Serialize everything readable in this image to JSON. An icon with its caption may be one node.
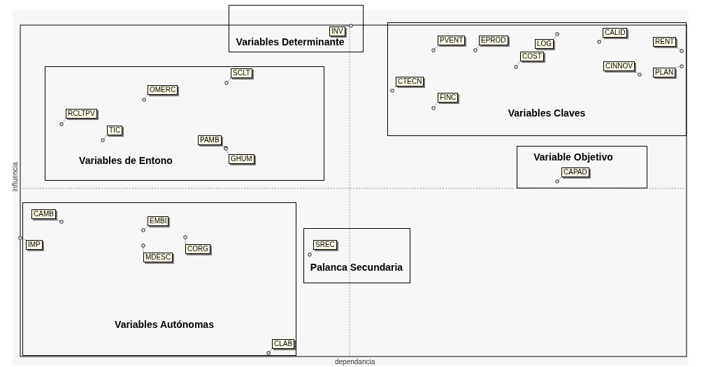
{
  "diagram": {
    "nodes": [
      {
        "text": [
          "Variables Determinante"
        ]
      },
      {
        "text": [
          "INV"
        ],
        "in": 0
      },
      {
        "text": [
          "Variables Claves"
        ]
      },
      {
        "text": [
          "PVENT"
        ],
        "in": 2
      },
      {
        "text": [
          "EPROD"
        ],
        "in": 2
      },
      {
        "text": [
          "LOG"
        ],
        "in": 2
      },
      {
        "text": [
          "COST"
        ],
        "in": 2
      },
      {
        "text": [
          "CALID"
        ],
        "in": 2
      },
      {
        "text": [
          "RENT"
        ],
        "in": 2
      },
      {
        "text": [
          "CINNOV"
        ],
        "in": 2
      },
      {
        "text": [
          "PLAN"
        ],
        "in": 2
      },
      {
        "text": [
          "CTECN"
        ],
        "in": 2
      },
      {
        "text": [
          "FINC"
        ],
        "in": 2
      },
      {
        "text": [
          "Variables de Entono"
        ]
      },
      {
        "text": [
          "SCLT"
        ],
        "in": 13
      },
      {
        "text": [
          "OMERC"
        ],
        "in": 13
      },
      {
        "text": [
          "RCLTPV"
        ],
        "in": 13
      },
      {
        "text": [
          "TIC"
        ],
        "in": 13
      },
      {
        "text": [
          "PAMB"
        ],
        "in": 13
      },
      {
        "text": [
          "GHUM"
        ],
        "in": 13
      },
      {
        "text": [
          "Variable Objetivo"
        ]
      },
      {
        "text": [
          "CAPAD"
        ],
        "in": 20
      },
      {
        "text": [
          "Variables Autónomas"
        ]
      },
      {
        "text": [
          "CAMB"
        ],
        "in": 22
      },
      {
        "text": [
          "IMP"
        ],
        "in": 22
      },
      {
        "text": [
          "EMBI"
        ],
        "in": 22
      },
      {
        "text": [
          "MDESC"
        ],
        "in": 22
      },
      {
        "text": [
          "CORG"
        ],
        "in": 22
      },
      {
        "text": [
          "CLAB"
        ],
        "in": 22
      },
      {
        "text": [
          "Palanca Secundaria"
        ]
      },
      {
        "text": [
          "SREC"
        ],
        "in": 29
      }
    ],
    "edges": [
      {
        "from": 1,
        "to": null,
        "arrow": "other"
      },
      {
        "from": 3,
        "to": null,
        "arrow": "other"
      },
      {
        "from": 4,
        "to": null,
        "arrow": "other"
      },
      {
        "from": 5,
        "to": null,
        "arrow": "other"
      },
      {
        "from": 6,
        "to": null,
        "arrow": "other"
      },
      {
        "from": 7,
        "to": null,
        "arrow": "other"
      },
      {
        "from": 8,
        "to": null,
        "arrow": "other"
      },
      {
        "from": 9,
        "to": null,
        "arrow": "other"
      },
      {
        "from": 10,
        "to": null,
        "arrow": "other"
      },
      {
        "from": 11,
        "to": null,
        "arrow": "other"
      },
      {
        "from": 12,
        "to": null,
        "arrow": "other"
      },
      {
        "from": 14,
        "to": null,
        "arrow": "other"
      },
      {
        "from": 15,
        "to": null,
        "arrow": "other"
      },
      {
        "from": 16,
        "to": null,
        "arrow": "other"
      },
      {
        "from": 17,
        "to": null,
        "arrow": "other"
      },
      {
        "from": 18,
        "to": null,
        "arrow": "other"
      },
      {
        "from": 19,
        "to": null,
        "arrow": "other"
      },
      {
        "from": 21,
        "to": null,
        "arrow": "other"
      },
      {
        "from": 23,
        "to": null,
        "arrow": "other"
      },
      {
        "from": 24,
        "to": null,
        "arrow": "other"
      },
      {
        "from": 25,
        "to": null,
        "arrow": "other"
      },
      {
        "from": 26,
        "to": null,
        "arrow": "other"
      },
      {
        "from": 27,
        "to": null,
        "arrow": "other"
      },
      {
        "from": 28,
        "to": null,
        "arrow": "other"
      },
      {
        "from": 30,
        "to": null,
        "arrow": "other"
      }
    ],
    "labels": [
      "influencia",
      "dependancia"
    ]
  }
}
